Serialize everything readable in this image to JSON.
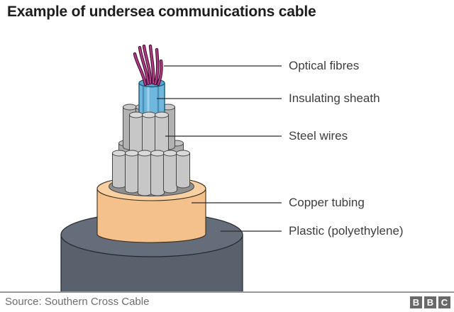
{
  "title": "Example of undersea communications cable",
  "diagram": {
    "labels": [
      {
        "text": "Optical fibres",
        "color": "#bb3a88"
      },
      {
        "text": "Insulating sheath",
        "color": "#6fb7dc"
      },
      {
        "text": "Steel wires",
        "color": "#c7c7c7"
      },
      {
        "text": "Copper tubing",
        "color": "#f4c18c"
      },
      {
        "text": "Plastic (polyethylene)",
        "color": "#59616c"
      }
    ]
  },
  "footer": {
    "source": "Source: Southern Cross Cable",
    "logo_letters": [
      "B",
      "B",
      "C"
    ]
  }
}
